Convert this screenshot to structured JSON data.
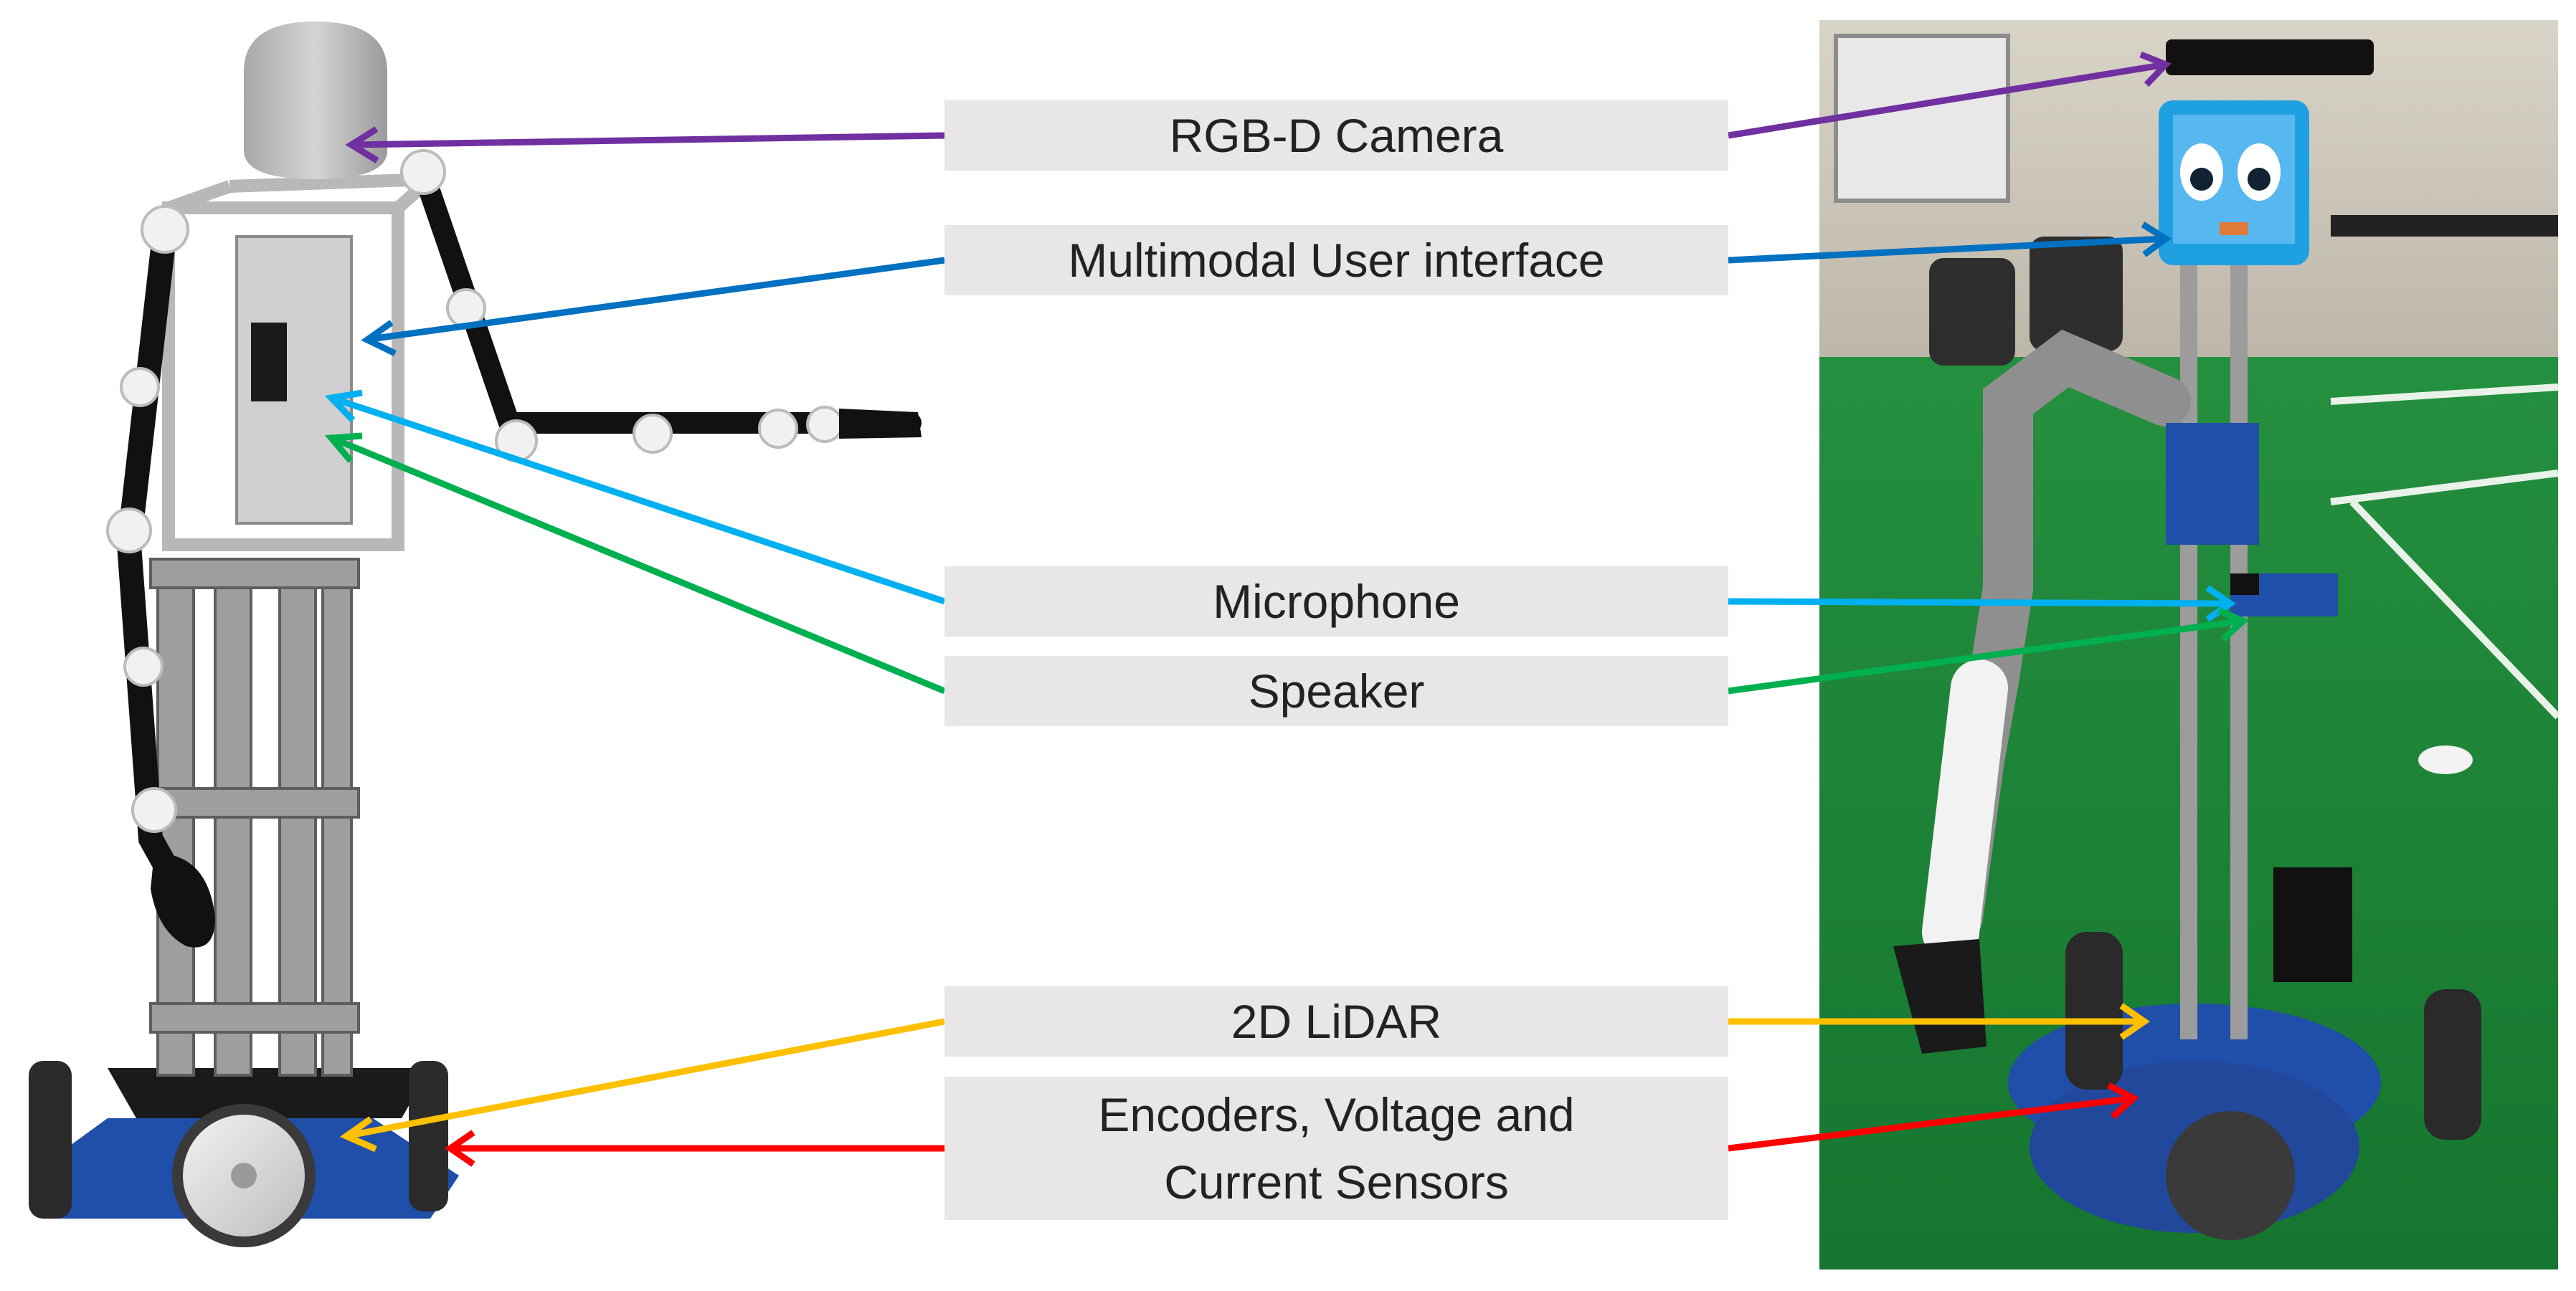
{
  "labels": {
    "camera": "RGB-D Camera",
    "user_interface": "Multimodal User interface",
    "microphone": "Microphone",
    "speaker": "Speaker",
    "lidar": "2D LiDAR",
    "encoders": "Encoders, Voltage and Current Sensors"
  },
  "colors": {
    "camera": "#7030a0",
    "user_interface": "#0070c0",
    "microphone": "#00b0f0",
    "speaker": "#00b050",
    "lidar": "#ffc000",
    "encoders": "#ff0000",
    "label_box": "#e8e6e6",
    "field_green": "#1f8a3a",
    "base_blue": "#1f4fa8"
  }
}
